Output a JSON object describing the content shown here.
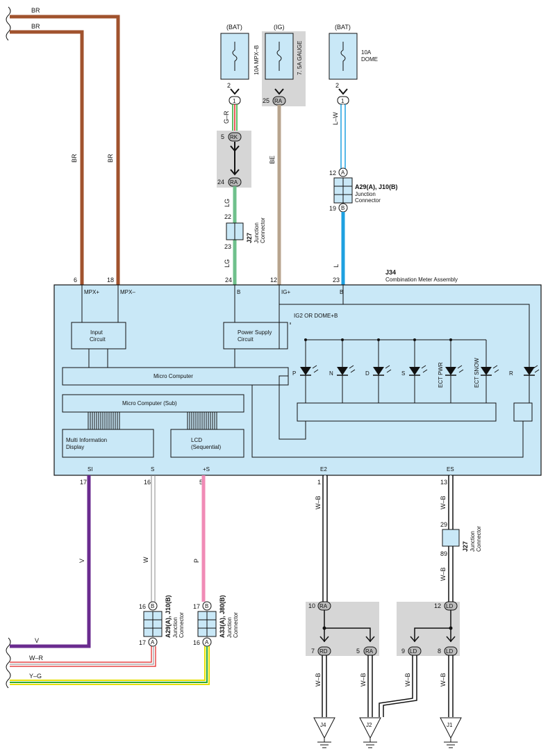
{
  "left_wires": {
    "br1": "BR",
    "br2": "BR",
    "br_vert1": "BR",
    "br_vert2": "BR",
    "v": "V",
    "wr": "W–R",
    "yg": "Y–G"
  },
  "fuses": [
    {
      "source": "(BAT)",
      "name": "10A MPX–B",
      "pin": "2",
      "connector": "1"
    },
    {
      "source": "(IG)",
      "name": "7. 5A GAUGE",
      "pin": "25",
      "connector": "RA"
    },
    {
      "source": "(BAT)",
      "name": "10A\nDOME",
      "name_line1": "10A",
      "name_line2": "DOME",
      "pin": "2",
      "connector": "1"
    }
  ],
  "mpx_wire": {
    "gr": "G–R",
    "rk_pin": "5",
    "rk": "RK",
    "ra_pin": "24",
    "ra": "RA",
    "lg1": "LG",
    "j27_top": "22",
    "j27_bot": "23",
    "j27_name": "J27",
    "j27_label1": "Junction",
    "j27_label2": "Connector",
    "lg2": "LG",
    "meter_pin": "24"
  },
  "ig_wire": {
    "be": "BE",
    "meter_pin": "12"
  },
  "dome_wire": {
    "lw": "L–W",
    "a_pin": "12",
    "a": "A",
    "b_pin": "19",
    "b": "B",
    "jc_name": "A29(A), J10(B)",
    "jc_label1": "Junction",
    "jc_label2": "Connector",
    "l": "L",
    "meter_pin": "23"
  },
  "meter": {
    "id": "J34",
    "name": "Combination Meter Assembly",
    "pin_mpx_plus": "6",
    "pin_mpx_minus": "18",
    "mpx_plus": "MPX+",
    "mpx_minus": "MPX–",
    "b": "B",
    "ig_plus": "IG+",
    "b2": "B",
    "input_circuit_1": "Input",
    "input_circuit_2": "Circuit",
    "power_supply_1": "Power Supply",
    "power_supply_2": "Circuit",
    "ig2_dome": "IG2 OR DOME+B",
    "micro": "Micro Computer",
    "micro_sub": "Micro Computer (Sub)",
    "mid_1": "Multi Information",
    "mid_2": "Display",
    "lcd_1": "LCD",
    "lcd_2": "(Sequential)",
    "leds": [
      "P",
      "N",
      "D",
      "S",
      "ECT PWR",
      "ECT SNOW",
      "R"
    ],
    "si": "SI",
    "s": "S",
    "ps": "+S",
    "e2": "E2",
    "es": "ES"
  },
  "bottom": {
    "si_pin": "17",
    "s_pin": "16",
    "ps_pin": "5",
    "e2_pin": "1",
    "es_pin": "13",
    "v": "V",
    "w": "W",
    "p": "P",
    "wb1": "W–B",
    "wb2": "W–B",
    "wb3": "W–B",
    "j27b_top": "29",
    "j27b_bot": "89",
    "j27b_name": "J27",
    "j27b_label1": "Junction",
    "j27b_label2": "Connector",
    "jc1_top_pin": "16",
    "jc1_top": "B",
    "jc1_bot_pin": "17",
    "jc1_bot": "A",
    "jc1_name": "A29(A), J10(B)",
    "jc1_label1": "Junction",
    "jc1_label2": "Connector",
    "jc2_top_pin": "17",
    "jc2_top": "B",
    "jc2_bot_pin": "16",
    "jc2_bot": "A",
    "jc2_name": "A33(A), J80(B)",
    "jc2_label1": "Junction",
    "jc2_label2": "Connector",
    "ra_in_pin": "10",
    "ra_in": "RA",
    "rd_pin": "7",
    "rd": "RD",
    "ra_out_pin": "5",
    "ra_out": "RA",
    "ld_in_pin": "12",
    "ld_in": "LD",
    "ld1_pin": "9",
    "ld1": "LD",
    "ld2_pin": "8",
    "ld2": "LD",
    "wb4": "W–B",
    "wb5": "W–B",
    "wb6": "W–B",
    "wb7": "W–B",
    "grounds": [
      "J4",
      "J2",
      "J1"
    ]
  },
  "colors": {
    "br": "#a0522d",
    "v": "#6a2b8f",
    "lg": "#6fc08c",
    "be": "#b8a48e",
    "l": "#1ea0e0",
    "lw": "#1ea0e0",
    "p": "#f08bb6",
    "y": "#e6e000",
    "g": "#2aa830",
    "r": "#e02020",
    "panel": "#c9e8f7",
    "gray": "#d6d6d6"
  }
}
